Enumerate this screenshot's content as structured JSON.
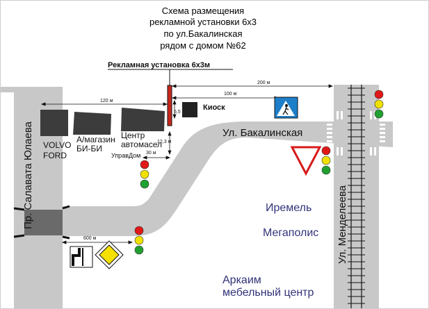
{
  "title": {
    "line1": "Схема размещения",
    "line2": "рекламной установки 6х3",
    "line3": "по ул.Бакалинская",
    "line4": "рядом с домом №62"
  },
  "billboard_label": "Рекламная установка 6х3м",
  "streets": {
    "salavat": "Пр. Салавата Юлаева",
    "bakalinskaya": "Ул. Бакалинская",
    "mendeleeva": "Ул. Менделеева"
  },
  "buildings": {
    "volvo_line1": "VOLVO",
    "volvo_line2": "FORD",
    "shop_line1": "А/магазин",
    "shop_line2": "БИ-БИ",
    "center_line1": "Центр",
    "center_line2": "автомасел",
    "uprav": "УправДом",
    "kiosk": "Киоск"
  },
  "distances": {
    "d120": "120 м",
    "d100": "100 м",
    "d200": "200 м",
    "d30": "30 м",
    "d12_3": "12,3 м",
    "d5_5": "5,5",
    "d600": "600 м"
  },
  "landmarks": {
    "iremel": "Иремель",
    "megapolis": "Мегаполис",
    "arkaim_line1": "Аркаим",
    "arkaim_line2": "мебельный центр"
  },
  "colors": {
    "road": "#c8c8c8",
    "building": "#3c3c3c",
    "billboard": "#c8281e",
    "landmark_text": "#32327a",
    "light_red": "#e01818",
    "light_yellow": "#f0e000",
    "light_green": "#20a030",
    "sign_blue": "#1e7fc8"
  }
}
